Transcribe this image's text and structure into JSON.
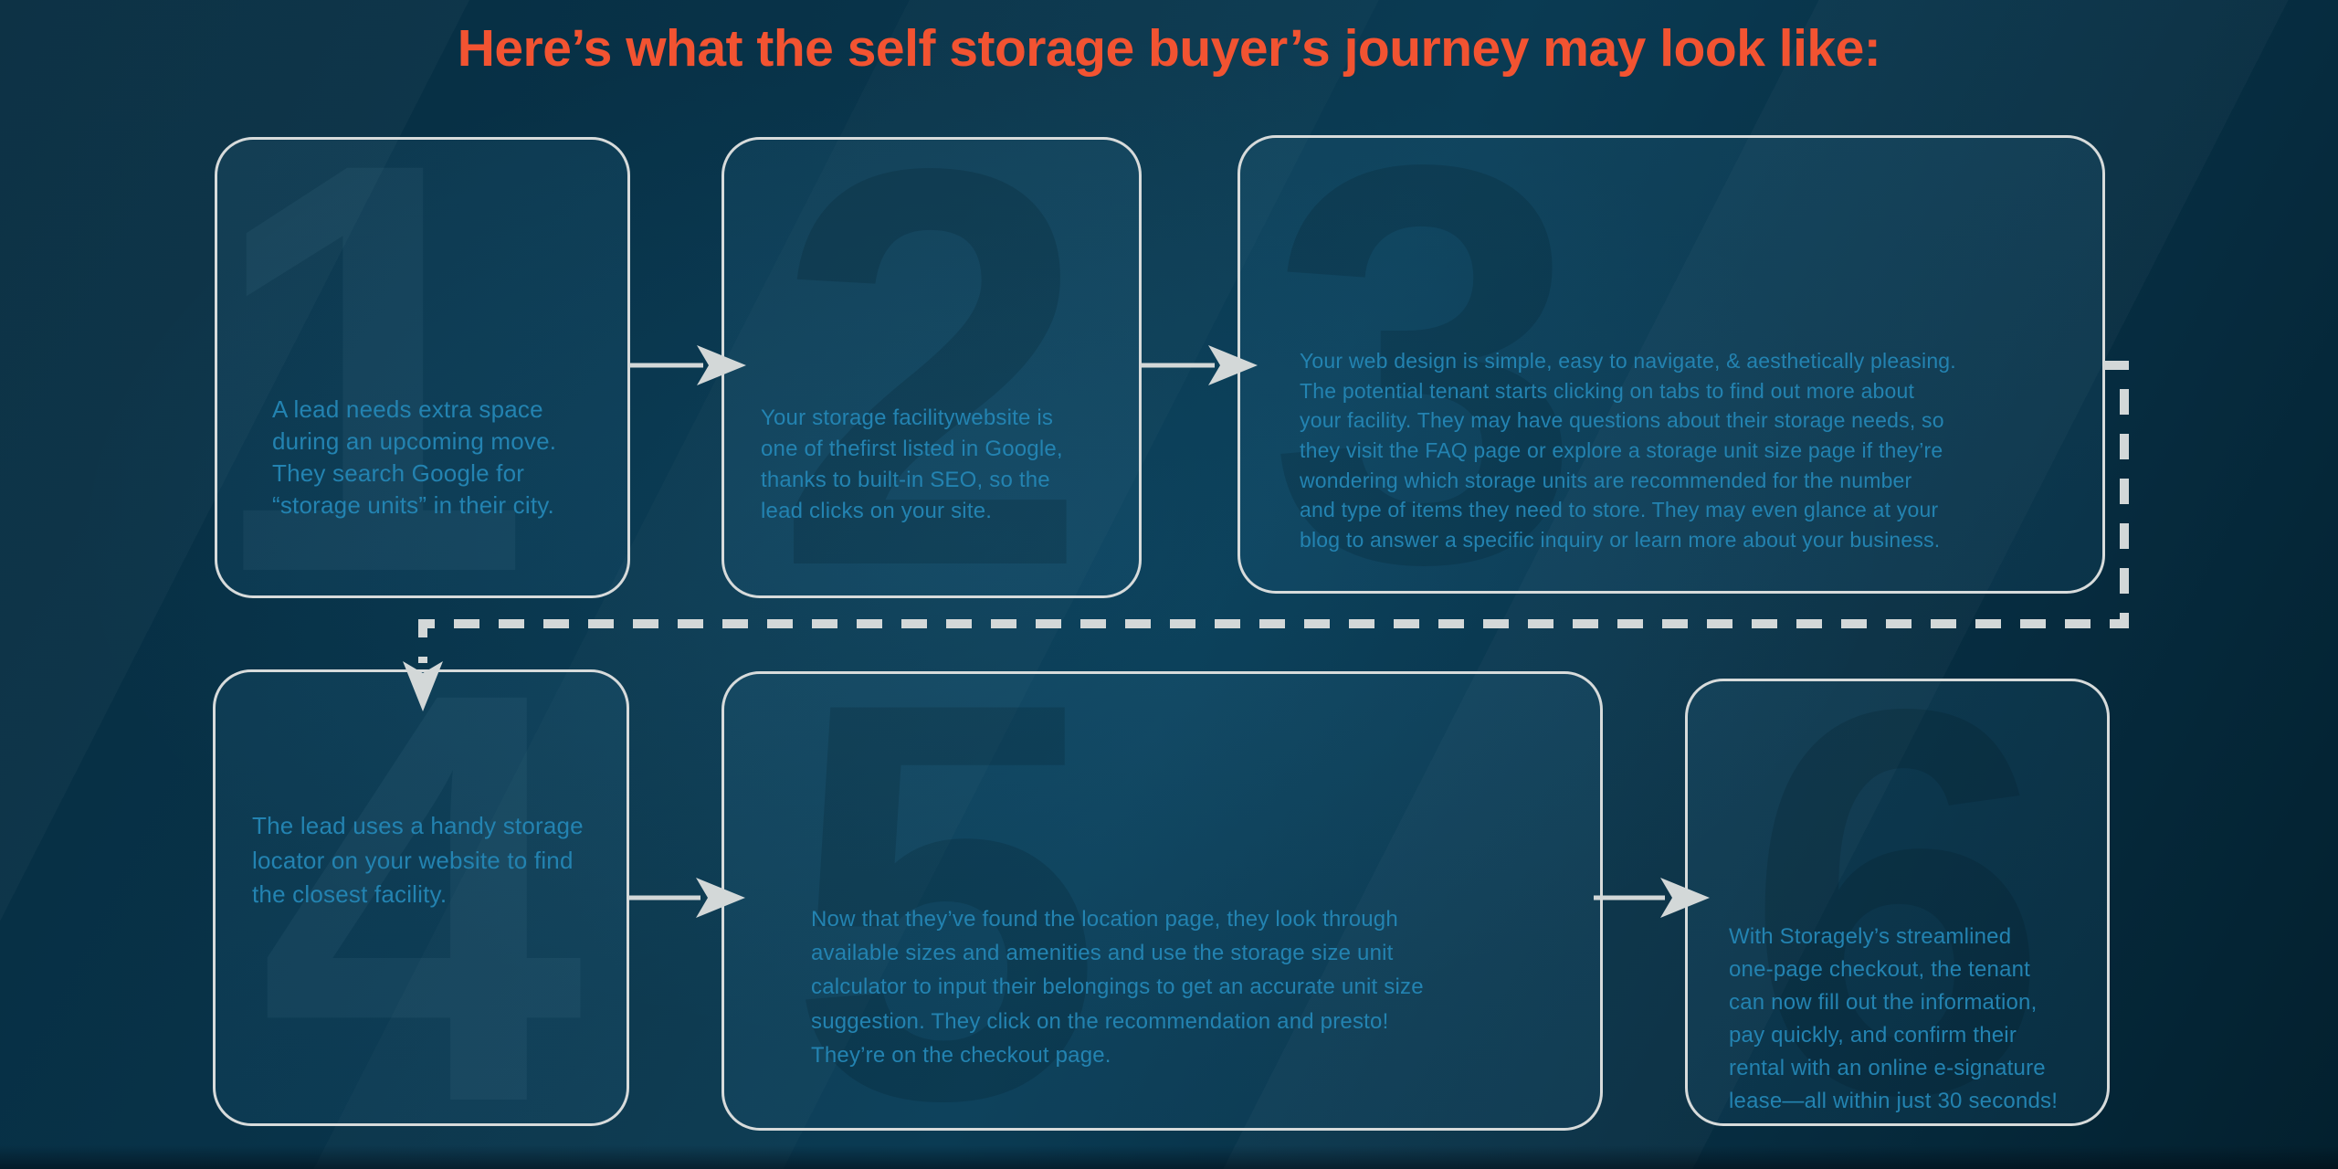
{
  "title": {
    "text": "Here’s what the self storage buyer’s journey may look like:"
  },
  "colors": {
    "background": "#07344b",
    "title": "#f25331",
    "box_border": "#d7dbdb",
    "body_text": "#2383b1",
    "connector_lines": "#d3d8d8"
  },
  "steps": [
    {
      "number": "1",
      "text": "A lead needs extra space\nduring an upcoming move.\nThey search Google for\n“storage units” in their city."
    },
    {
      "number": "2",
      "text": "Your storage facilitywebsite is\none of thefirst listed in Google,\nthanks to built-in SEO, so the\nlead clicks on your site."
    },
    {
      "number": "3",
      "text": "Your web design is simple, easy to navigate, & aesthetically pleasing.\nThe potential tenant starts clicking on tabs to find out more about\nyour facility. They may have questions about their storage needs, so\nthey visit the FAQ page or explore a storage unit size page if they’re\nwondering which storage units are recommended for the number\nand type of items they need to store. They may even glance at your\nblog to answer a specific inquiry or learn more about your business."
    },
    {
      "number": "4",
      "text": "The lead uses a handy storage\nlocator on your website to find\nthe closest facility."
    },
    {
      "number": "5",
      "text": "Now that they’ve found the location page, they look through\navailable sizes and amenities and use the storage size unit\ncalculator to input their belongings to get an accurate unit size\nsuggestion. They click on the recommendation and presto!\nThey’re on the checkout page."
    },
    {
      "number": "6",
      "text": "With Storagely’s streamlined\none-page checkout, the tenant\ncan now fill out the information,\npay quickly, and confirm their\nrental with an online e-signature\nlease—all within just 30 seconds!"
    }
  ]
}
